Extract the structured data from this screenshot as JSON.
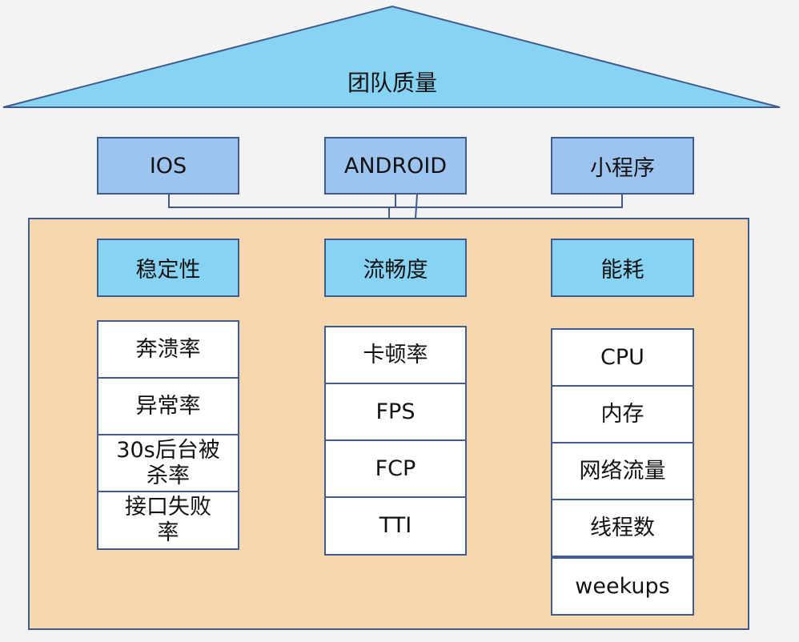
{
  "title": "团队质量",
  "platforms": [
    "IOS",
    "ANDROID",
    "小程序"
  ],
  "categories": [
    {
      "label": "稳定性",
      "metrics": [
        "奔溃率",
        "异常率",
        "30s后台被杀率",
        "接口失败率"
      ]
    },
    {
      "label": "流畅度",
      "metrics": [
        "卡顿率",
        "FPS",
        "FCP",
        "TTI"
      ]
    },
    {
      "label": "能耗",
      "metrics": [
        "CPU",
        "内存",
        "网络流量",
        "线程数",
        "weekups"
      ]
    }
  ],
  "colors": {
    "background": "#f3f3f3",
    "roof": "#87d3f4",
    "platform_box": "#9cc4ee",
    "category_box": "#87d3f4",
    "house_body": "#f8d7b0",
    "metric_box": "#ffffff",
    "border": "#3f5b8f"
  }
}
